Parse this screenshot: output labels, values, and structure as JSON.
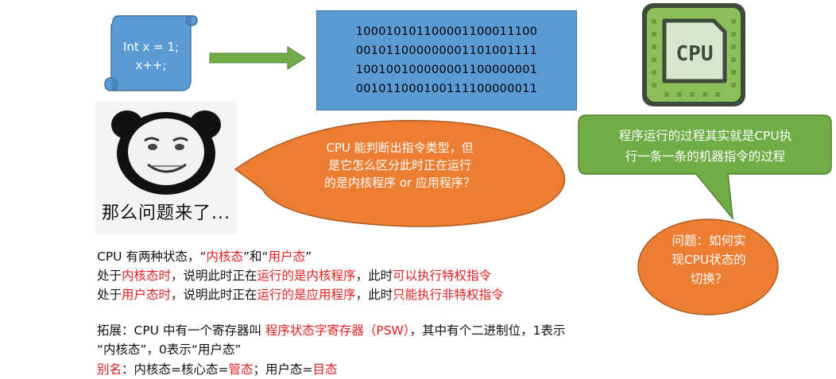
{
  "code_scroll": {
    "line1": "Int x = 1;",
    "line2": "x++;"
  },
  "binary_box": {
    "lines": [
      "100010101100001100011100",
      "001011000000001101001111",
      "100100100000001100000001",
      "001011000100111100000011"
    ]
  },
  "cpu_chip": {
    "label": "CPU"
  },
  "meme": {
    "caption": "那么问题来了..."
  },
  "bubble_question": {
    "line1": "CPU 能判断出指令类型，但",
    "line2": "是它怎么区分此时正在运行",
    "line3": "的是内核程序 or 应用程序？"
  },
  "bubble_green": {
    "line1": "程序运行的过程其实就是CPU执",
    "line2": "行一条一条的机器指令的过程"
  },
  "circle_problem": {
    "line1": "问题：如何实",
    "line2": "现CPU状态的",
    "line3": "切换？"
  },
  "text": {
    "l1_a": "CPU 有两种状态，“",
    "l1_b": "内核态",
    "l1_c": "”和“",
    "l1_d": "用户态",
    "l1_e": "”",
    "l2_a": "处于",
    "l2_b": "内核态时",
    "l2_c": "，说明此时正在",
    "l2_d": "运行的是内核程序",
    "l2_e": "，此时",
    "l2_f": "可以执行特权指令",
    "l3_a": "处于",
    "l3_b": "用户态时",
    "l3_c": "，说明此时正在",
    "l3_d": "运行的是应用程序",
    "l3_e": "，此时",
    "l3_f": "只能执行非特权指令",
    "l4_a": "拓展：CPU 中有一个寄存器叫 ",
    "l4_b": "程序状态字寄存器（PSW）",
    "l4_c": "，其中有个二进制位，1表示",
    "l5_a": "“内核态”，0表示“用户态”",
    "l6_a": "别名",
    "l6_b": "：内核态=核心态=",
    "l6_c": "管态",
    "l6_d": "；用户态=",
    "l6_e": "目态"
  },
  "colors": {
    "blue": "#5b9bd5",
    "orange": "#ed7d31",
    "green": "#70ad47",
    "red": "#e02020"
  }
}
